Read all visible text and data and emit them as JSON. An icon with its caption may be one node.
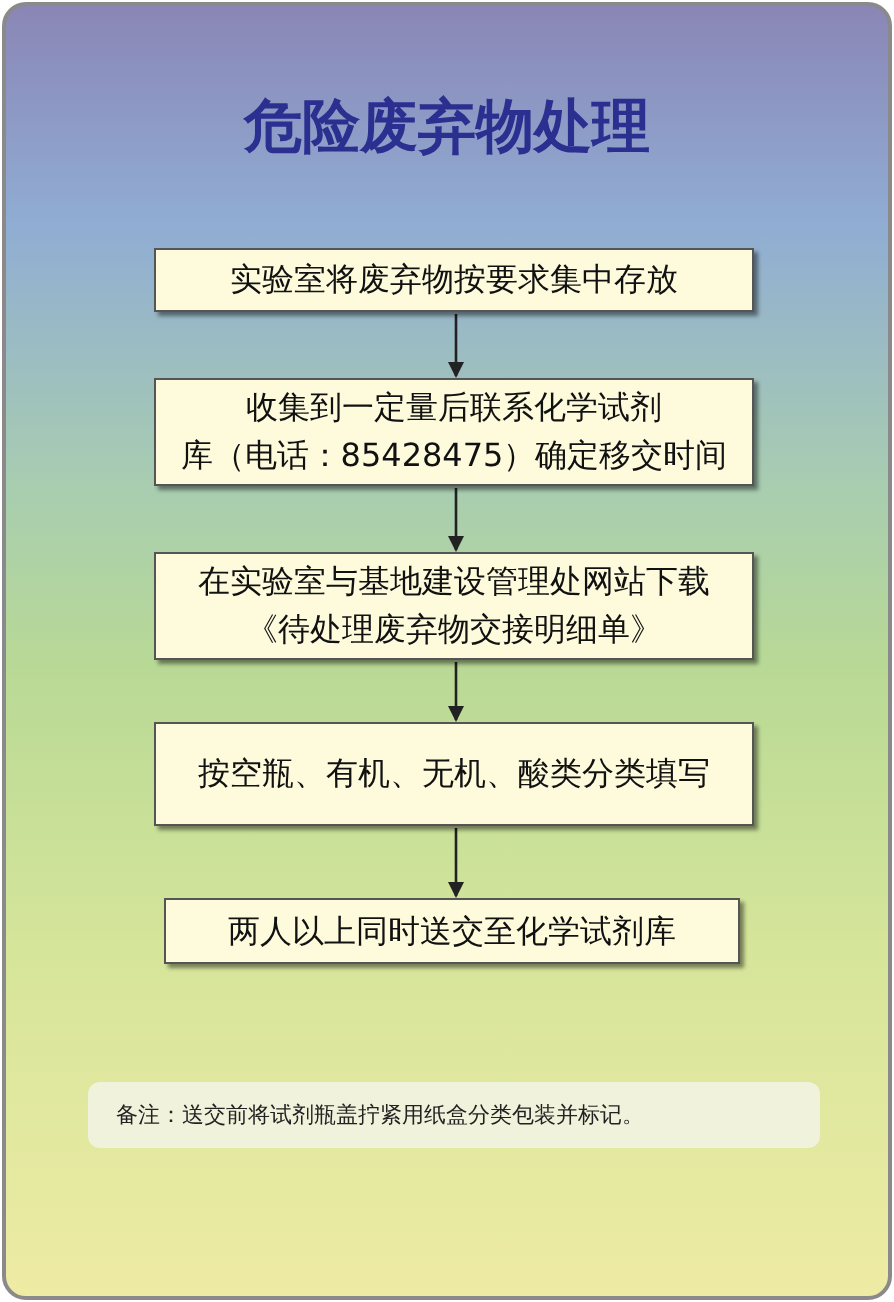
{
  "diagram": {
    "title": "危险废弃物处理",
    "nodes": [
      {
        "text": [
          "实验室将废弃物按要求集中存放"
        ]
      },
      {
        "text": [
          "收集到一定量后联系化学试剂库（电话：85428475）确定移交时间"
        ]
      },
      {
        "text": [
          "在实验室与基地建设管理处网站下载《待处理废弃物交接明细单》"
        ]
      },
      {
        "text": [
          "按空瓶、有机、无机、酸类分类填写"
        ]
      },
      {
        "text": [
          "两人以上同时送交至化学试剂库"
        ]
      }
    ],
    "edges": [
      {
        "from": 0,
        "to": 1,
        "arrow": "to"
      },
      {
        "from": 1,
        "to": 2,
        "arrow": "to"
      },
      {
        "from": 2,
        "to": 3,
        "arrow": "to"
      },
      {
        "from": 3,
        "to": 4,
        "arrow": "to"
      }
    ],
    "labels": [
      "备注：送交前将试剂瓶盖拧紧用纸盒分类包装并标记。"
    ]
  }
}
